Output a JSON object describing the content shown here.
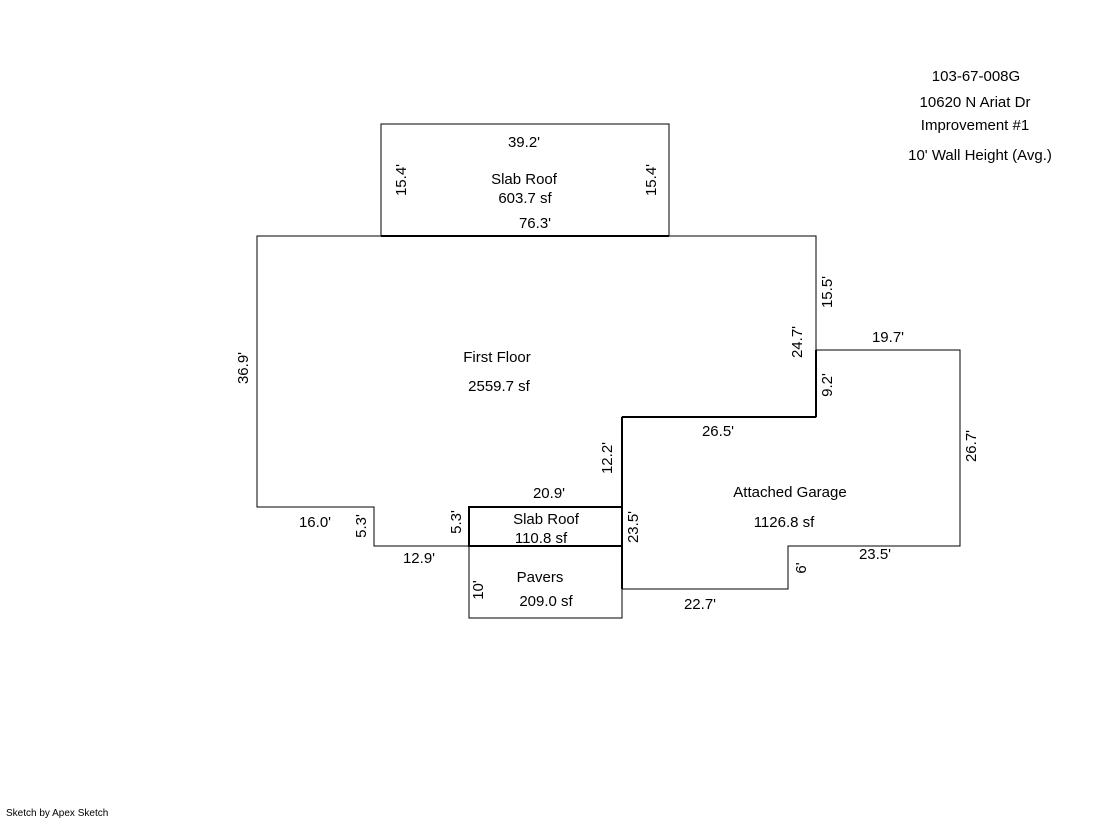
{
  "header": {
    "parcel_id": "103-67-008G",
    "address": "10620 N Ariat Dr",
    "improvement": "Improvement #1",
    "wall_height": "10' Wall Height (Avg.)"
  },
  "areas": {
    "slab_roof_top": {
      "name": "Slab Roof",
      "area": "603.7 sf"
    },
    "first_floor": {
      "name": "First Floor",
      "area": "2559.7 sf"
    },
    "attached_garage": {
      "name": "Attached Garage",
      "area": "1126.8 sf"
    },
    "slab_roof_small": {
      "name": "Slab Roof",
      "area": "110.8 sf"
    },
    "pavers": {
      "name": "Pavers",
      "area": "209.0 sf"
    }
  },
  "dimensions": {
    "slab_top_width": "39.2'",
    "slab_top_left": "15.4'",
    "slab_top_right": "15.4'",
    "ff_top": "76.3'",
    "ff_right_upper": "15.5'",
    "ff_right_total": "24.7'",
    "ff_left": "36.9'",
    "ff_bottom_left": "16.0'",
    "ff_step_left": "5.3'",
    "ff_step_bottom": "12.9'",
    "ff_inner_vertical": "12.2'",
    "ff_inner_horizontal": "26.5'",
    "garage_notch": "9.2'",
    "garage_top": "19.7'",
    "garage_right": "26.7'",
    "garage_bottom_right": "23.5'",
    "garage_step": "6'",
    "garage_bottom_left": "22.7'",
    "garage_left": "23.5'",
    "slab_small_top": "20.9'",
    "slab_small_left": "5.3'",
    "pavers_left": "10'"
  },
  "footer": {
    "credit": "Sketch by Apex Sketch"
  }
}
